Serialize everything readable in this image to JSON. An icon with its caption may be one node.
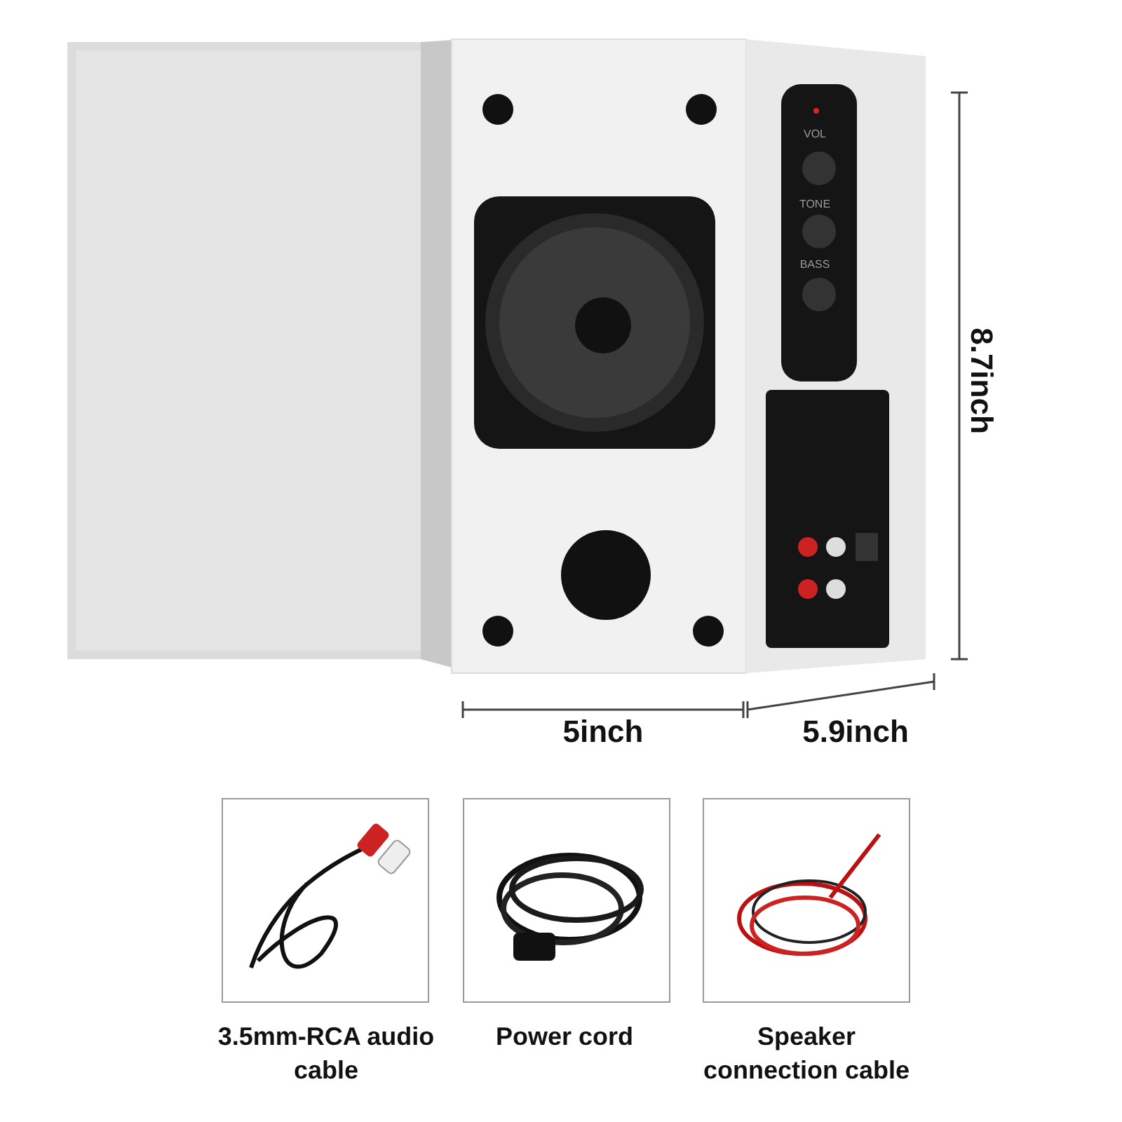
{
  "diagram": {
    "labels": [
      "VOL",
      "TONE",
      "BASS",
      "8.7inch",
      "5inch",
      "5.9inch",
      "3.5mm-RCA audio cable",
      "Power cord",
      "Speaker connection cable"
    ]
  }
}
